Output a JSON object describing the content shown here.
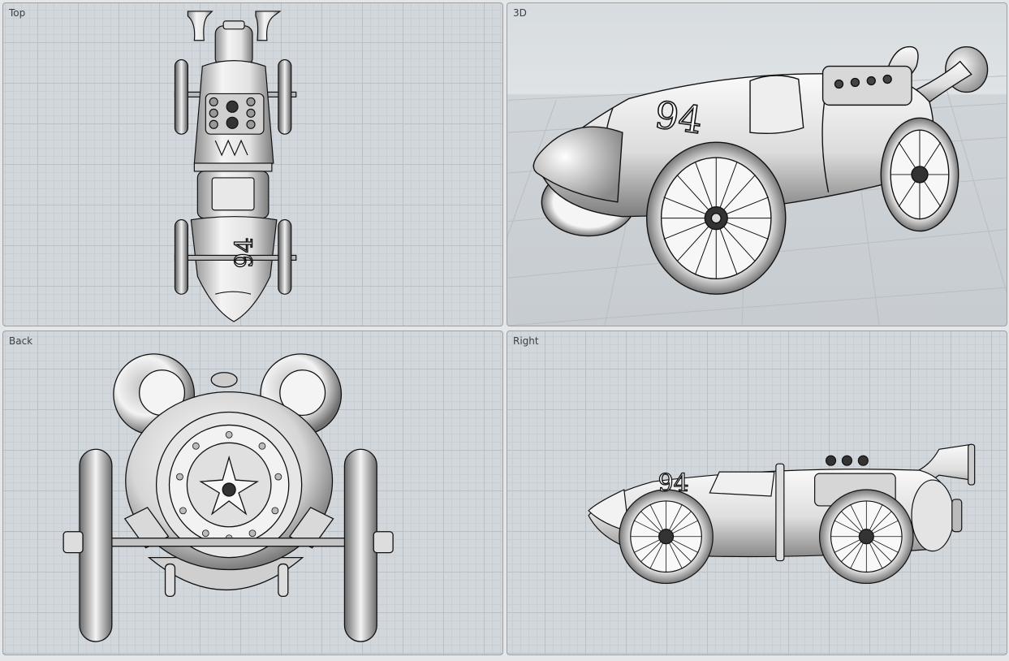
{
  "viewports": [
    {
      "id": "top",
      "title": "Top"
    },
    {
      "id": "3d",
      "title": "3D"
    },
    {
      "id": "back",
      "title": "Back"
    },
    {
      "id": "right",
      "title": "Right"
    }
  ],
  "car": {
    "number": "94"
  },
  "colors": {
    "grid_background": "#d2d7db",
    "grid_minor": "#c8ced3",
    "grid_major": "#b9c0c6",
    "model_outline": "#111111",
    "model_fill": "#eeeeee",
    "border": "#9aa1a7"
  }
}
